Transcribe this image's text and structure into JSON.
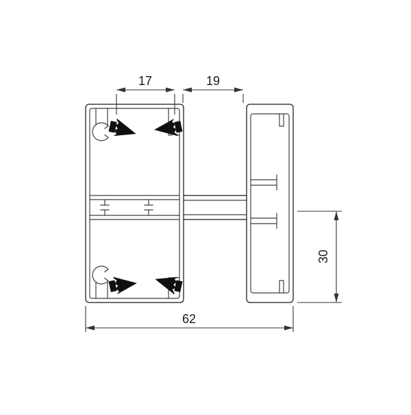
{
  "drawing": {
    "dims": {
      "d17": "17",
      "d19": "19",
      "d30": "30",
      "d62": "62"
    },
    "colors": {
      "line": "#3f3f3f",
      "dimension": "#333333",
      "seal": "#101010",
      "background": "#ffffff"
    }
  }
}
